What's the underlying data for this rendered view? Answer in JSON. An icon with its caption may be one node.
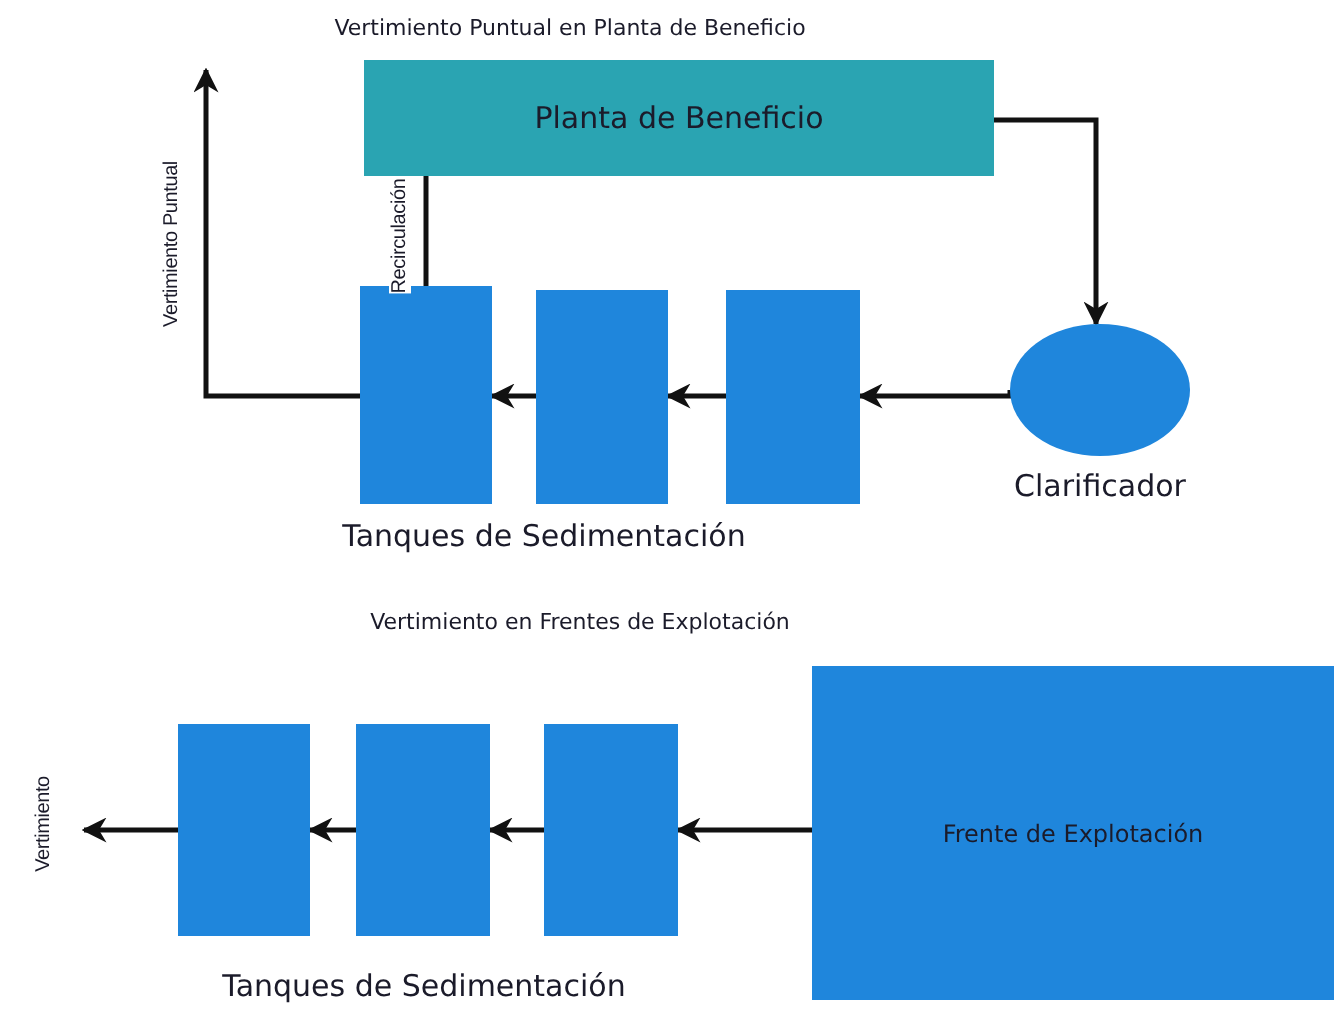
{
  "diagram": {
    "nodes": [
      {
        "text": [
          "Planta de Beneficio"
        ]
      },
      {
        "text": [],
        "shape": "circle",
        "beside": [
          "Clarificador"
        ]
      },
      {
        "text": [],
        "shape": "box"
      },
      {
        "text": [],
        "shape": "box"
      },
      {
        "text": [],
        "shape": "box"
      },
      {
        "text": [],
        "shape": "box"
      },
      {
        "text": [],
        "shape": "box"
      },
      {
        "text": [],
        "shape": "box"
      },
      {
        "text": [
          "Frente de Explotación"
        ]
      }
    ],
    "edges": [
      {
        "from": 0,
        "to": 1,
        "arrow": "to"
      },
      {
        "from": 1,
        "to": 4,
        "arrow": "to"
      },
      {
        "from": 4,
        "to": 3,
        "arrow": "to"
      },
      {
        "from": 3,
        "to": 2,
        "arrow": "to"
      },
      {
        "from": 2,
        "to": null,
        "arrow": "to",
        "label": "Vertimiento Puntual"
      },
      {
        "from": 2,
        "to": 0,
        "arrow": "none",
        "label": "Recirculación"
      },
      {
        "from": 8,
        "to": 7,
        "arrow": "to"
      },
      {
        "from": 7,
        "to": 6,
        "arrow": "to"
      },
      {
        "from": 6,
        "to": 5,
        "arrow": "to"
      },
      {
        "from": 5,
        "to": null,
        "arrow": "to",
        "label": "Vertimiento"
      }
    ],
    "labels": [
      "Vertimiento Puntual en Planta de Beneficio",
      "Tanques de Sedimentación",
      "Vertimiento en Frentes de Explotación",
      "Tanques de Sedimentación"
    ]
  }
}
